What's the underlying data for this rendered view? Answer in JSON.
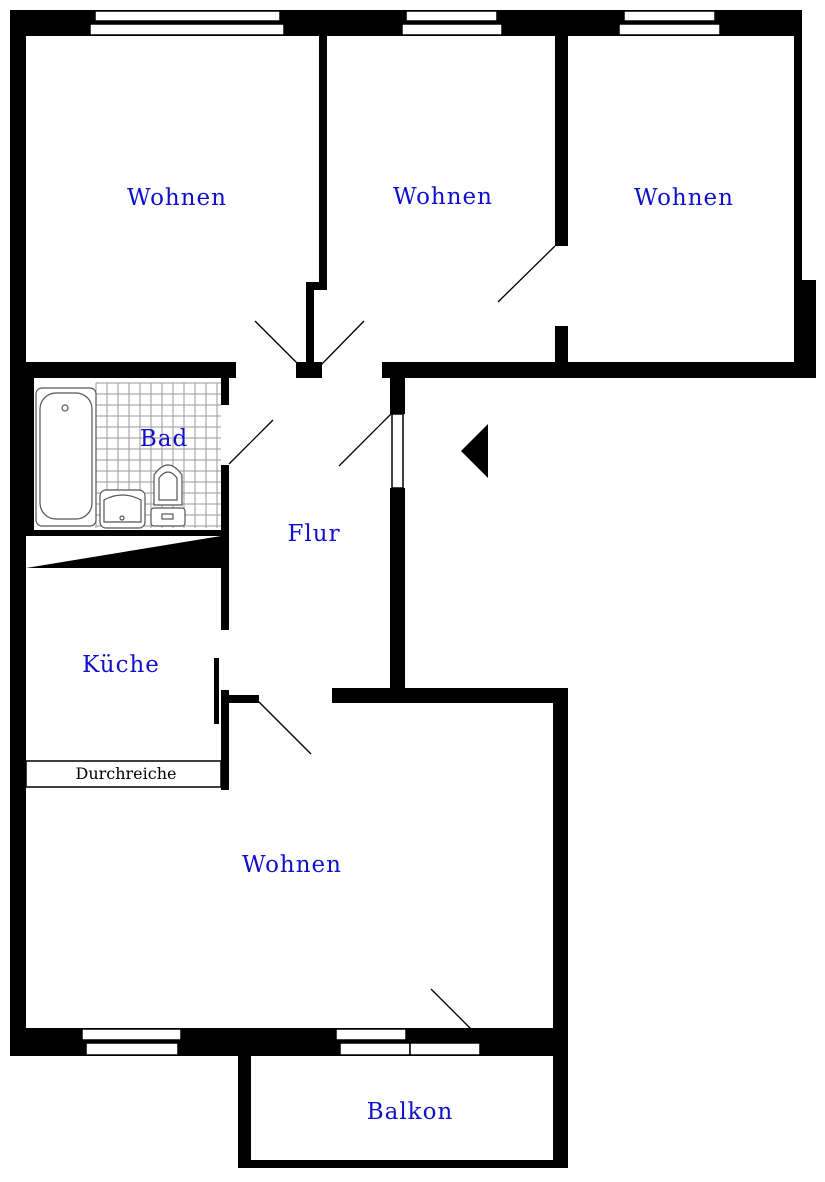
{
  "colors": {
    "wall": "#000000",
    "label": "#1010cc",
    "note": "#000000",
    "background": "#ffffff"
  },
  "rooms": [
    {
      "id": "wohnen-1",
      "label": "Wohnen"
    },
    {
      "id": "wohnen-2",
      "label": "Wohnen"
    },
    {
      "id": "wohnen-3",
      "label": "Wohnen"
    },
    {
      "id": "bad",
      "label": "Bad"
    },
    {
      "id": "flur",
      "label": "Flur"
    },
    {
      "id": "kueche",
      "label": "Küche"
    },
    {
      "id": "wohnen-4",
      "label": "Wohnen"
    },
    {
      "id": "balkon",
      "label": "Balkon"
    }
  ],
  "notes": {
    "durchreiche": "Durchreiche"
  },
  "icons": {
    "entrance": "entrance-arrow-icon"
  }
}
